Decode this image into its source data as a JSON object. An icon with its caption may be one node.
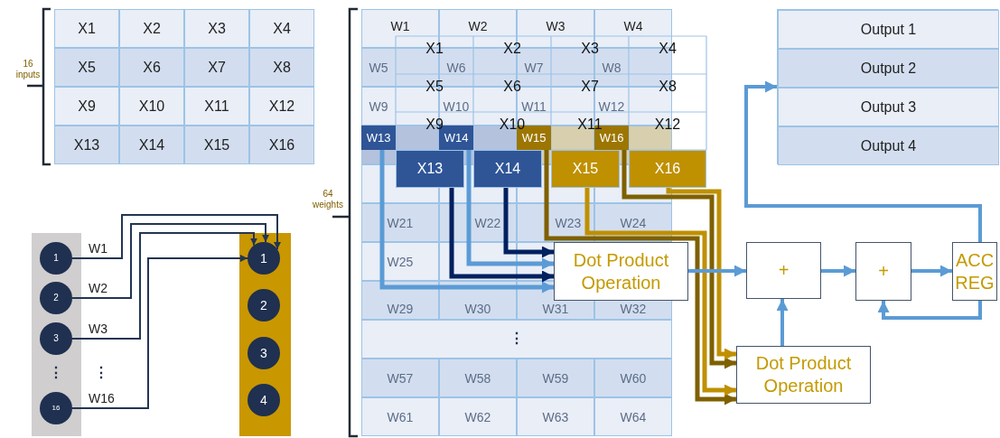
{
  "diagram": {
    "nodes": [
      {
        "text": [],
        "shape": "box"
      },
      {
        "text": [
          "1"
        ],
        "in": 0
      },
      {
        "text": [
          "2"
        ],
        "in": 0
      },
      {
        "text": [
          "3"
        ],
        "in": 0
      },
      {
        "text": [
          "16"
        ],
        "in": 0
      },
      {
        "text": [],
        "shape": "box"
      },
      {
        "text": [
          "1"
        ],
        "in": 5
      },
      {
        "text": [
          "2"
        ],
        "in": 5
      },
      {
        "text": [
          "3"
        ],
        "in": 5
      },
      {
        "text": [
          "4"
        ],
        "in": 5
      },
      {
        "text": [
          "W13"
        ]
      },
      {
        "text": [
          "W14"
        ]
      },
      {
        "text": [
          "W15"
        ]
      },
      {
        "text": [
          "W16"
        ]
      },
      {
        "text": [
          "X13"
        ]
      },
      {
        "text": [
          "X14"
        ]
      },
      {
        "text": [
          "X15"
        ]
      },
      {
        "text": [
          "X16"
        ]
      },
      {
        "text": [
          "Dot Product Operation"
        ]
      },
      {
        "text": [
          "+"
        ]
      },
      {
        "text": [
          "+"
        ]
      },
      {
        "text": [
          "ACC REG"
        ]
      },
      {
        "text": [
          "Dot Product Operation"
        ]
      },
      {
        "text": [],
        "shape": "box"
      },
      {
        "text": [
          "Output 1"
        ],
        "in": 23
      },
      {
        "text": [
          "Output 2"
        ],
        "in": 23
      },
      {
        "text": [
          "Output 3"
        ],
        "in": 23
      },
      {
        "text": [
          "Output 4"
        ],
        "in": 23
      }
    ],
    "edges": [
      {
        "from": 1,
        "to": 6,
        "arrow": "to",
        "label": "W1",
        "color": "#233554"
      },
      {
        "from": 2,
        "to": 6,
        "arrow": "to",
        "label": "W2",
        "color": "#233554"
      },
      {
        "from": 3,
        "to": 6,
        "arrow": "to",
        "label": "W3",
        "color": "#233554"
      },
      {
        "from": 4,
        "to": 6,
        "arrow": "to",
        "label": "W16",
        "color": "#233554"
      },
      {
        "from": 10,
        "to": 18,
        "arrow": "to"
      },
      {
        "from": 11,
        "to": 18,
        "arrow": "to"
      },
      {
        "from": 14,
        "to": 18,
        "arrow": "to",
        "color": "#002060"
      },
      {
        "from": 15,
        "to": 18,
        "arrow": "to",
        "color": "#002060"
      },
      {
        "from": 12,
        "to": 22,
        "arrow": "to",
        "color": "#7f6000"
      },
      {
        "from": 16,
        "to": 22,
        "arrow": "to",
        "color": "#bf9000"
      },
      {
        "from": 13,
        "to": 22,
        "arrow": "to",
        "color": "#7f6000"
      },
      {
        "from": 17,
        "to": 22,
        "arrow": "to",
        "color": "#bf9000"
      },
      {
        "from": 18,
        "to": 19,
        "arrow": "to"
      },
      {
        "from": 22,
        "to": 19,
        "arrow": "to"
      },
      {
        "from": 19,
        "to": 20,
        "arrow": "to"
      },
      {
        "from": 20,
        "to": 21,
        "arrow": "to"
      },
      {
        "from": 21,
        "to": 20,
        "arrow": "to"
      },
      {
        "from": 21,
        "to": 23,
        "arrow": "to"
      }
    ],
    "labels": [
      "16 inputs",
      "X1",
      "X2",
      "X3",
      "X4",
      "X5",
      "X6",
      "X7",
      "X8",
      "X9",
      "X10",
      "X11",
      "X12",
      "X13",
      "X14",
      "X15",
      "X16",
      "64 weights",
      "W1",
      "W2",
      "W3",
      "W4",
      "W5",
      "W6",
      "W7",
      "W8",
      "W9",
      "W10",
      "W11",
      "W12",
      "W21",
      "W22",
      "W23",
      "W24",
      "W25",
      "W29",
      "W30",
      "W31",
      "W32",
      "⋮",
      "W57",
      "W58",
      "W59",
      "W60",
      "W61",
      "W62",
      "W63",
      "W64",
      "X1",
      "X2",
      "X3",
      "X4",
      "X5",
      "X6",
      "X7",
      "X8",
      "X9",
      "X10",
      "X11",
      "X12",
      "⋮",
      "⋮"
    ]
  }
}
